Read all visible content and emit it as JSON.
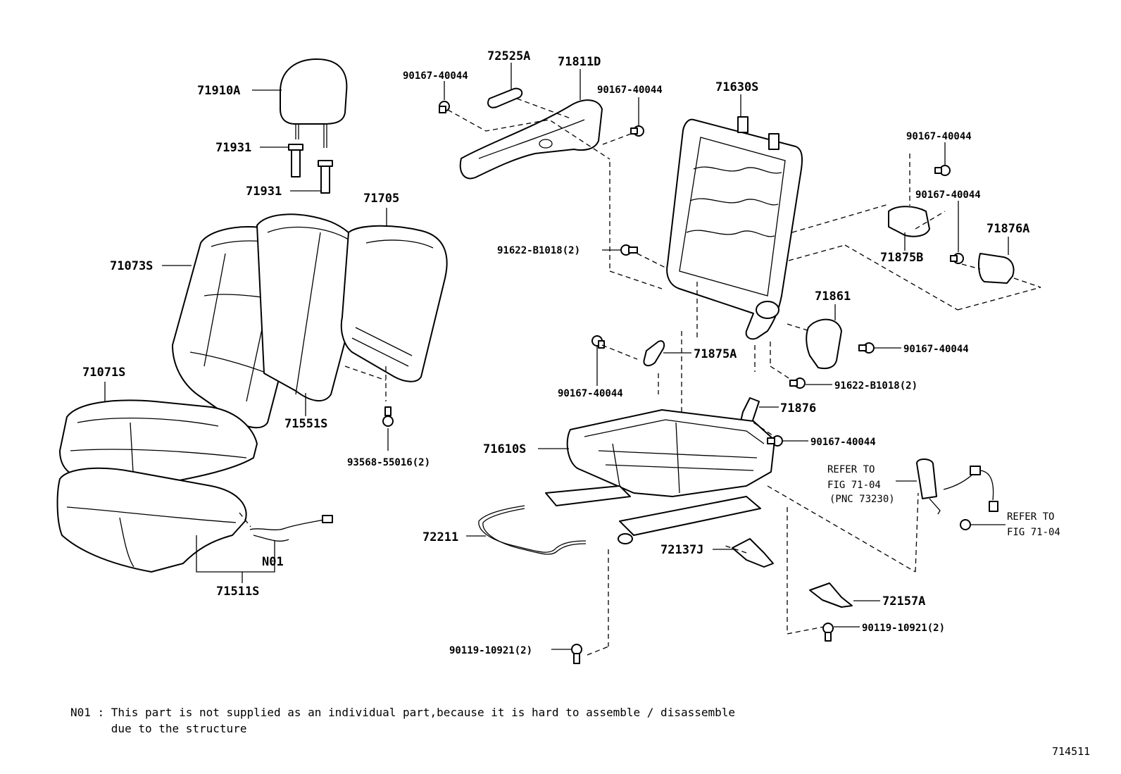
{
  "parts": {
    "p71910A": "71910A",
    "p71931a": "71931",
    "p71931b": "71931",
    "p71073S": "71073S",
    "p71705": "71705",
    "p71071S": "71071S",
    "p71551S": "71551S",
    "p93568": "93568-55016(2)",
    "pN01": "N01",
    "p71511S": "71511S",
    "p72525A": "72525A",
    "p71811D": "71811D",
    "p90167_a": "90167-40044",
    "p90167_b": "90167-40044",
    "p71630S": "71630S",
    "p90167_c": "90167-40044",
    "p90167_d": "90167-40044",
    "p71876A": "71876A",
    "p71875B": "71875B",
    "p91622_a": "91622-B1018(2)",
    "p71861": "71861",
    "p71875A": "71875A",
    "p90167_e": "90167-40044",
    "p90167_f": "90167-40044",
    "p91622_b": "91622-B1018(2)",
    "p71876": "71876",
    "p71610S": "71610S",
    "p90167_g": "90167-40044",
    "p72211": "72211",
    "p72137J": "72137J",
    "p72157A": "72157A",
    "p90119_a": "90119-10921(2)",
    "p90119_b": "90119-10921(2)"
  },
  "refs": {
    "ref1_line1": "REFER TO",
    "ref1_line2": "FIG 71-04",
    "ref1_line3": "(PNC 73230)",
    "ref2_line1": "REFER TO",
    "ref2_line2": "FIG 71-04"
  },
  "note": {
    "line1": "N01 : This part is not supplied as an individual part,because it is hard to assemble / disassemble",
    "line2": "      due to the structure"
  },
  "figure_id": "714511"
}
